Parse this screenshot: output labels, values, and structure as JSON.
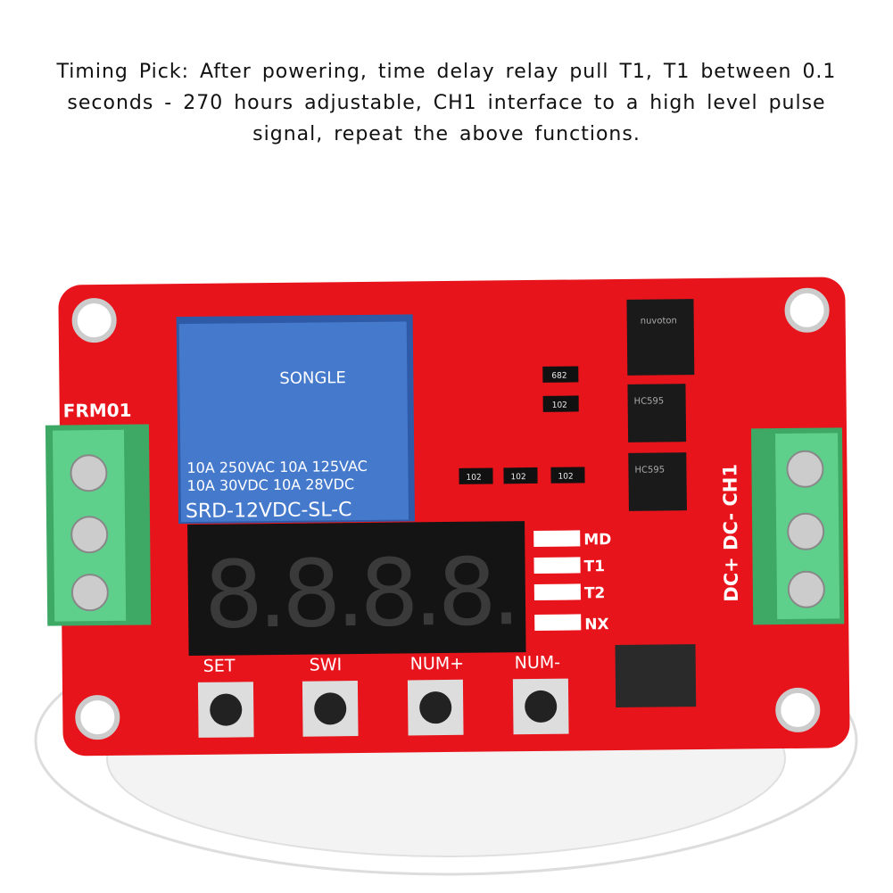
{
  "caption": {
    "line1": "Timing Pick: After powering, time delay relay pull T1, T1 between 0.1",
    "line2": "seconds - 270 hours adjustable, CH1 interface to a high level pulse",
    "line3": "signal, repeat the above functions."
  },
  "board": {
    "model": "FRM01",
    "relay": {
      "brand": "SONGLE",
      "spec1": "10A 250VAC  10A 125VAC",
      "spec2": "10A  30VDC  10A  28VDC",
      "part": "SRD-12VDC-SL-C"
    },
    "display_digits": "8.8.8.8.",
    "leds": [
      "MD",
      "T1",
      "T2",
      "NX"
    ],
    "buttons": [
      "SET",
      "SWI",
      "NUM+",
      "NUM-"
    ],
    "terminal_right_label": "DC+ DC- CH1",
    "chips": [
      "nuvoton",
      "HC595",
      "HC595"
    ],
    "resistors": [
      "102",
      "102",
      "102",
      "682",
      "102"
    ],
    "colors": {
      "pcb": "#e8141c",
      "relay": "#3f73c4",
      "terminal": "#4fc47c",
      "display": "#141414",
      "segment": "#3a3a3a"
    }
  }
}
